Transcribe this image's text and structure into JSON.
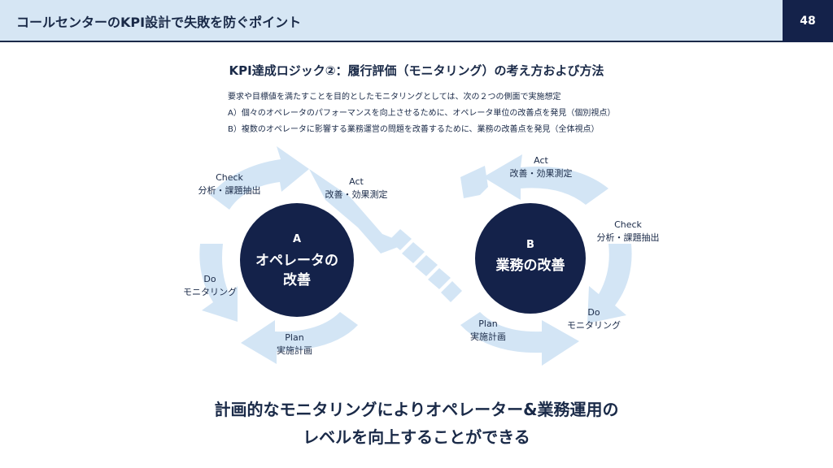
{
  "header": {
    "title": "コールセンターのKPI設計で失敗を防ぐポイント",
    "page_number": "48"
  },
  "subtitle": "KPI達成ロジック②：履行評価（モニタリング）の考え方および方法",
  "description": [
    "要求や目標値を満たすことを目的としたモニタリングとしては、次の２つの側面で実施想定",
    "A）個々のオペレータのパフォーマンスを向上させるために、オペレータ単位の改善点を発見（個別視点）",
    "B）複数のオペレータに影響する業務運営の問題を改善するために、業務の改善点を発見（全体視点）"
  ],
  "cycle_a": {
    "letter": "A",
    "center_line1": "オペレータの",
    "center_line2": "改善",
    "check": {
      "en": "Check",
      "ja": "分析・課題抽出"
    },
    "act": {
      "en": "Act",
      "ja": "改善・効果測定"
    },
    "do": {
      "en": "Do",
      "ja": "モニタリング"
    },
    "plan": {
      "en": "Plan",
      "ja": "実施計画"
    }
  },
  "cycle_b": {
    "letter": "B",
    "center_line1": "業務の改善",
    "act": {
      "en": "Act",
      "ja": "改善・効果測定"
    },
    "check": {
      "en": "Check",
      "ja": "分析・課題抽出"
    },
    "do": {
      "en": "Do",
      "ja": "モニタリング"
    },
    "plan": {
      "en": "Plan",
      "ja": "実施計画"
    }
  },
  "conclusion": {
    "line1": "計画的なモニタリングによりオペレーター&業務運用の",
    "line2": "レベルを向上することができる"
  },
  "colors": {
    "navy": "#14224a",
    "arrow": "#d3e5f5",
    "header_bg": "#d6e6f4"
  }
}
